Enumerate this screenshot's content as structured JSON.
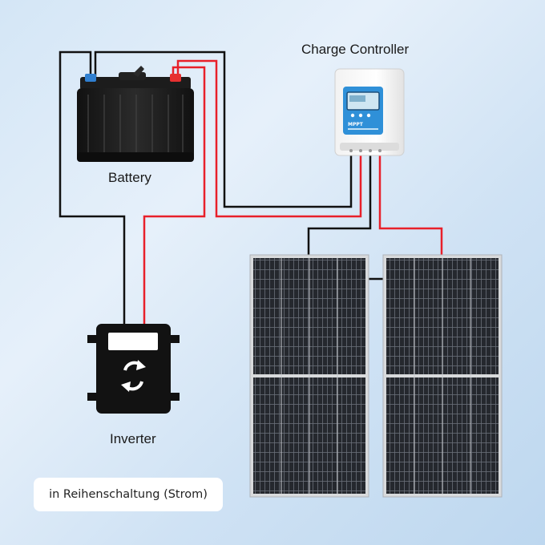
{
  "labels": {
    "controller": "Charge Controller",
    "battery": "Battery",
    "inverter": "Inverter"
  },
  "controller_display": {
    "brand": "MPPT"
  },
  "note": "in Reihenschaltung (Strom)",
  "colors": {
    "positive_wire": "#e8202a",
    "negative_wire": "#111111",
    "positive_terminal": "#e63030",
    "negative_terminal": "#2f7fd0",
    "controller_accent": "#2f90d8",
    "panel_cell": "#2a2d33",
    "background": "#dbe9f6"
  },
  "icons": {
    "battery": "car-battery-icon",
    "controller": "mppt-controller-icon",
    "inverter": "inverter-cycle-icon",
    "panel": "solar-panel-icon"
  }
}
